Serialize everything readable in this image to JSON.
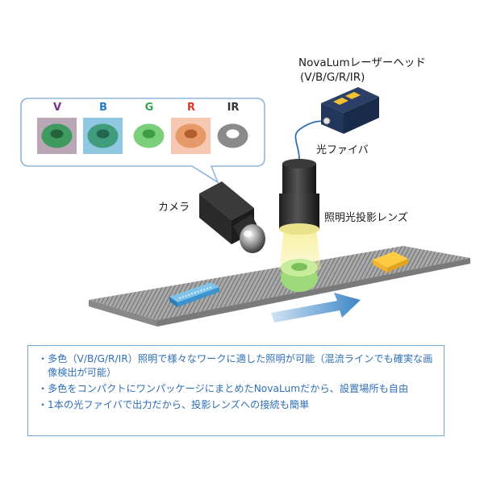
{
  "callout": {
    "swatches": [
      {
        "label": "V",
        "label_color": "#7b2d8b",
        "bg": "#b9a6b6",
        "ring": "#3f9a5f"
      },
      {
        "label": "B",
        "label_color": "#1f7fc6",
        "bg": "#8fc8e0",
        "ring": "#3f9d7c"
      },
      {
        "label": "G",
        "label_color": "#34a853",
        "bg": "#ffffff",
        "ring": "#7bcf7a"
      },
      {
        "label": "R",
        "label_color": "#e0352b",
        "bg": "#f7c7b2",
        "ring": "#e79a68"
      },
      {
        "label": "IR",
        "label_color": "#333333",
        "bg": "#ffffff",
        "ring": "#8a8a8a"
      }
    ]
  },
  "labels": {
    "camera": "カメラ",
    "laser_head_line1": "NovaLumレーザーヘッド",
    "laser_head_line2": "(V/B/G/R/IR)",
    "fiber": "光ファイバ",
    "lens": "照明光投影レンズ"
  },
  "notes": [
    {
      "bullet": "・",
      "text": "多色（V/B/G/R/IR）照明で様々なワークに適した照明が可能（混流ラインでも確実な画像検出が可能）"
    },
    {
      "bullet": "・",
      "text": "多色をコンパクトにワンパッケージにまとめたNovaLumだから、設置場所も自由"
    },
    {
      "bullet": "・",
      "text": "1本の光ファイバで出力だから、投影レンズへの接続も簡単"
    }
  ],
  "colors": {
    "accent_blue": "#3d86c6",
    "callout_border": "#8fb6dc",
    "conveyor": "#9a9a9a",
    "lens_light": "#f3ec9a"
  }
}
